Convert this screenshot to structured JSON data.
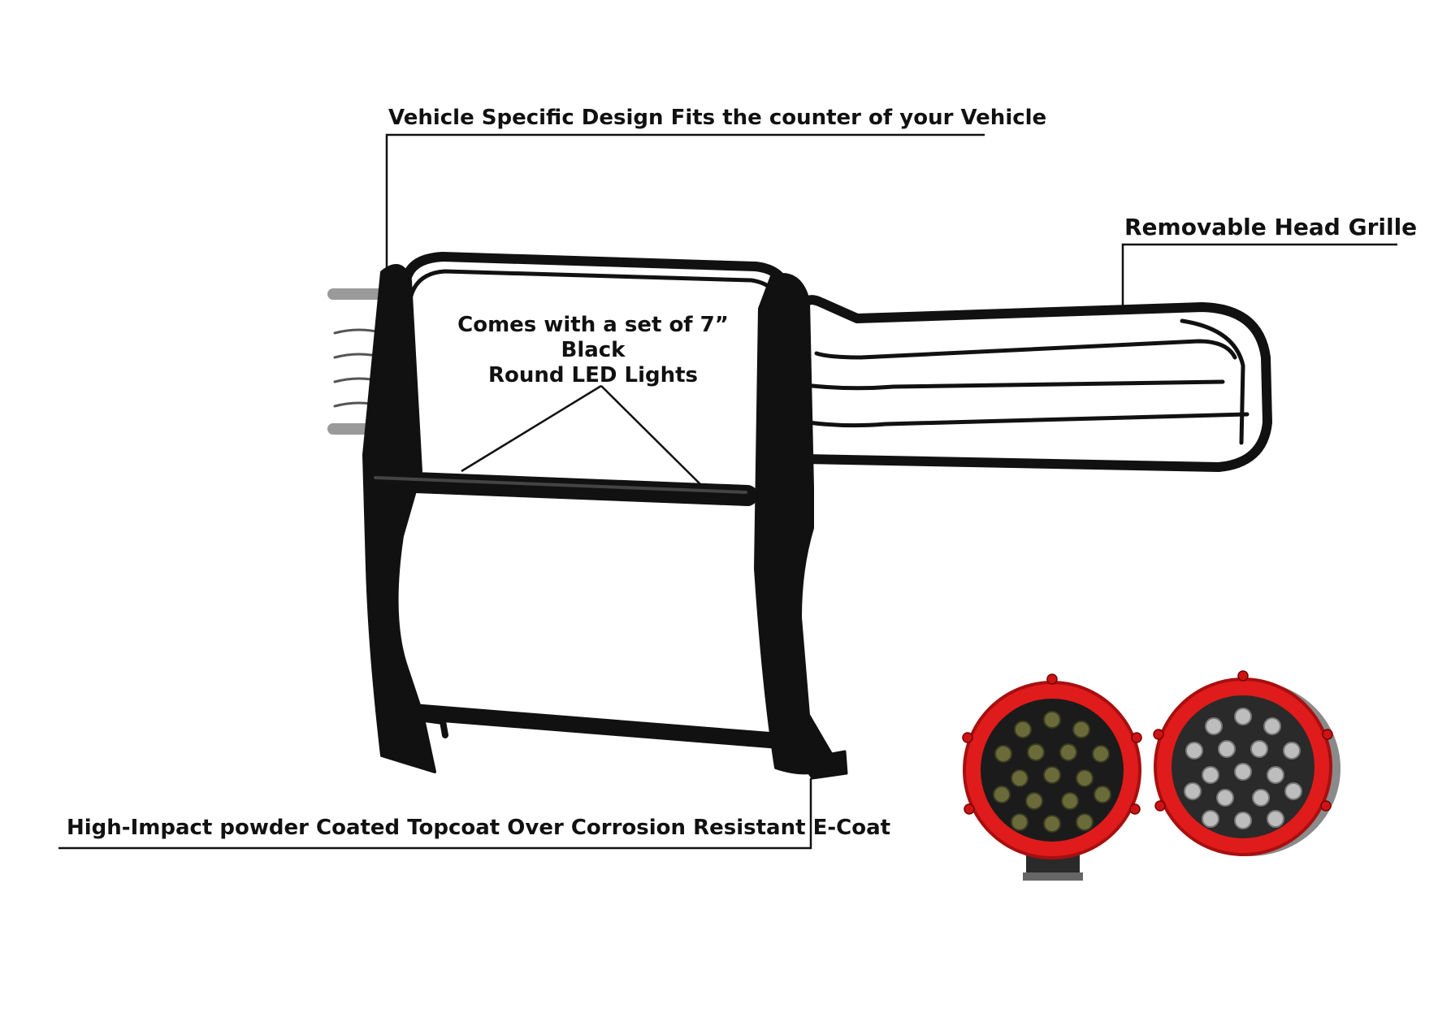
{
  "callouts": {
    "vehicle_design": "Vehicle Specific Design Fits the counter of your Vehicle",
    "head_grille": "Removable Head Grille",
    "led_lights_line1": "Comes with a set of 7” Black",
    "led_lights_line2": "Round LED Lights",
    "coating": "High-Impact powder Coated Topcoat Over Corrosion Resistant E-Coat"
  },
  "colors": {
    "frame": "#111111",
    "light_housing": "#e01b1b",
    "light_face": "#1c1c1c",
    "leader_line": "#111111",
    "background": "#ffffff"
  },
  "icons": {
    "guard": "grille-guard-illustration",
    "light_front": "round-led-light-front",
    "light_angled": "round-led-light-angled"
  }
}
